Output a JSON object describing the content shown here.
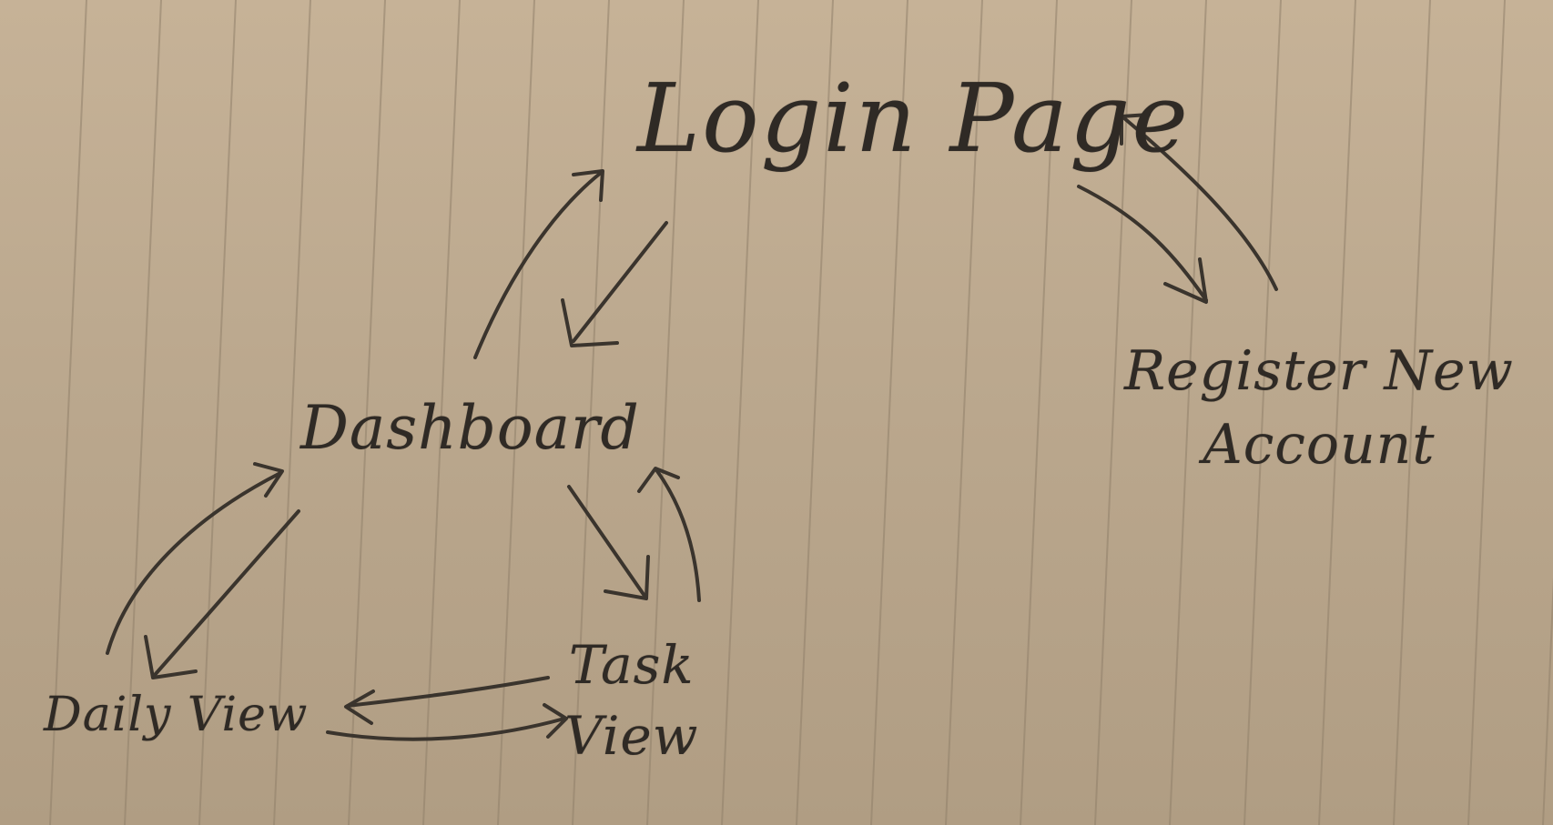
{
  "nodes": {
    "login": "Login Page",
    "register_line1": "Register New",
    "register_line2": "Account",
    "dashboard": "Dashboard",
    "task_line1": "Task",
    "task_line2": "View",
    "daily": "Daily View"
  },
  "edges": [
    {
      "from": "Dashboard",
      "to": "Login Page"
    },
    {
      "from": "Login Page",
      "to": "Dashboard"
    },
    {
      "from": "Login Page",
      "to": "Register New Account"
    },
    {
      "from": "Register New Account",
      "to": "Login Page"
    },
    {
      "from": "Dashboard",
      "to": "Task View"
    },
    {
      "from": "Task View",
      "to": "Dashboard"
    },
    {
      "from": "Dashboard",
      "to": "Daily View"
    },
    {
      "from": "Daily View",
      "to": "Dashboard"
    },
    {
      "from": "Task View",
      "to": "Daily View"
    },
    {
      "from": "Daily View",
      "to": "Task View"
    }
  ],
  "colors": {
    "paper": "#c2ae93",
    "ruled_line": "#8f7f6a",
    "ink": "#2f2a25"
  }
}
